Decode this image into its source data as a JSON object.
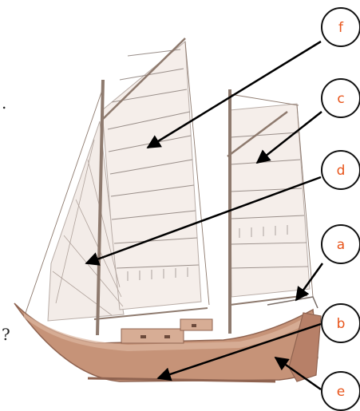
{
  "diagram": {
    "callouts": [
      {
        "id": "f",
        "label": "f",
        "target": "mainsail"
      },
      {
        "id": "c",
        "label": "c",
        "target": "mizzen-sail"
      },
      {
        "id": "d",
        "label": "d",
        "target": "jib-sail"
      },
      {
        "id": "a",
        "label": "a",
        "target": "stern-rail"
      },
      {
        "id": "b",
        "label": "b",
        "target": "keel"
      },
      {
        "id": "e",
        "label": "e",
        "target": "rudder"
      }
    ],
    "edge_text": {
      "top_left": ".",
      "bottom_left": "?"
    },
    "colors": {
      "hull": "#c69378",
      "hull_dark": "#a8715a",
      "hull_light": "#ddb7a0",
      "sail": "#f3ece8",
      "sail_line": "#9a8f8a",
      "rigging": "#7a6e68",
      "mast": "#a89080",
      "callout_ring": "#111111",
      "callout_text": "#e8541a",
      "arrow": "#000000"
    }
  }
}
